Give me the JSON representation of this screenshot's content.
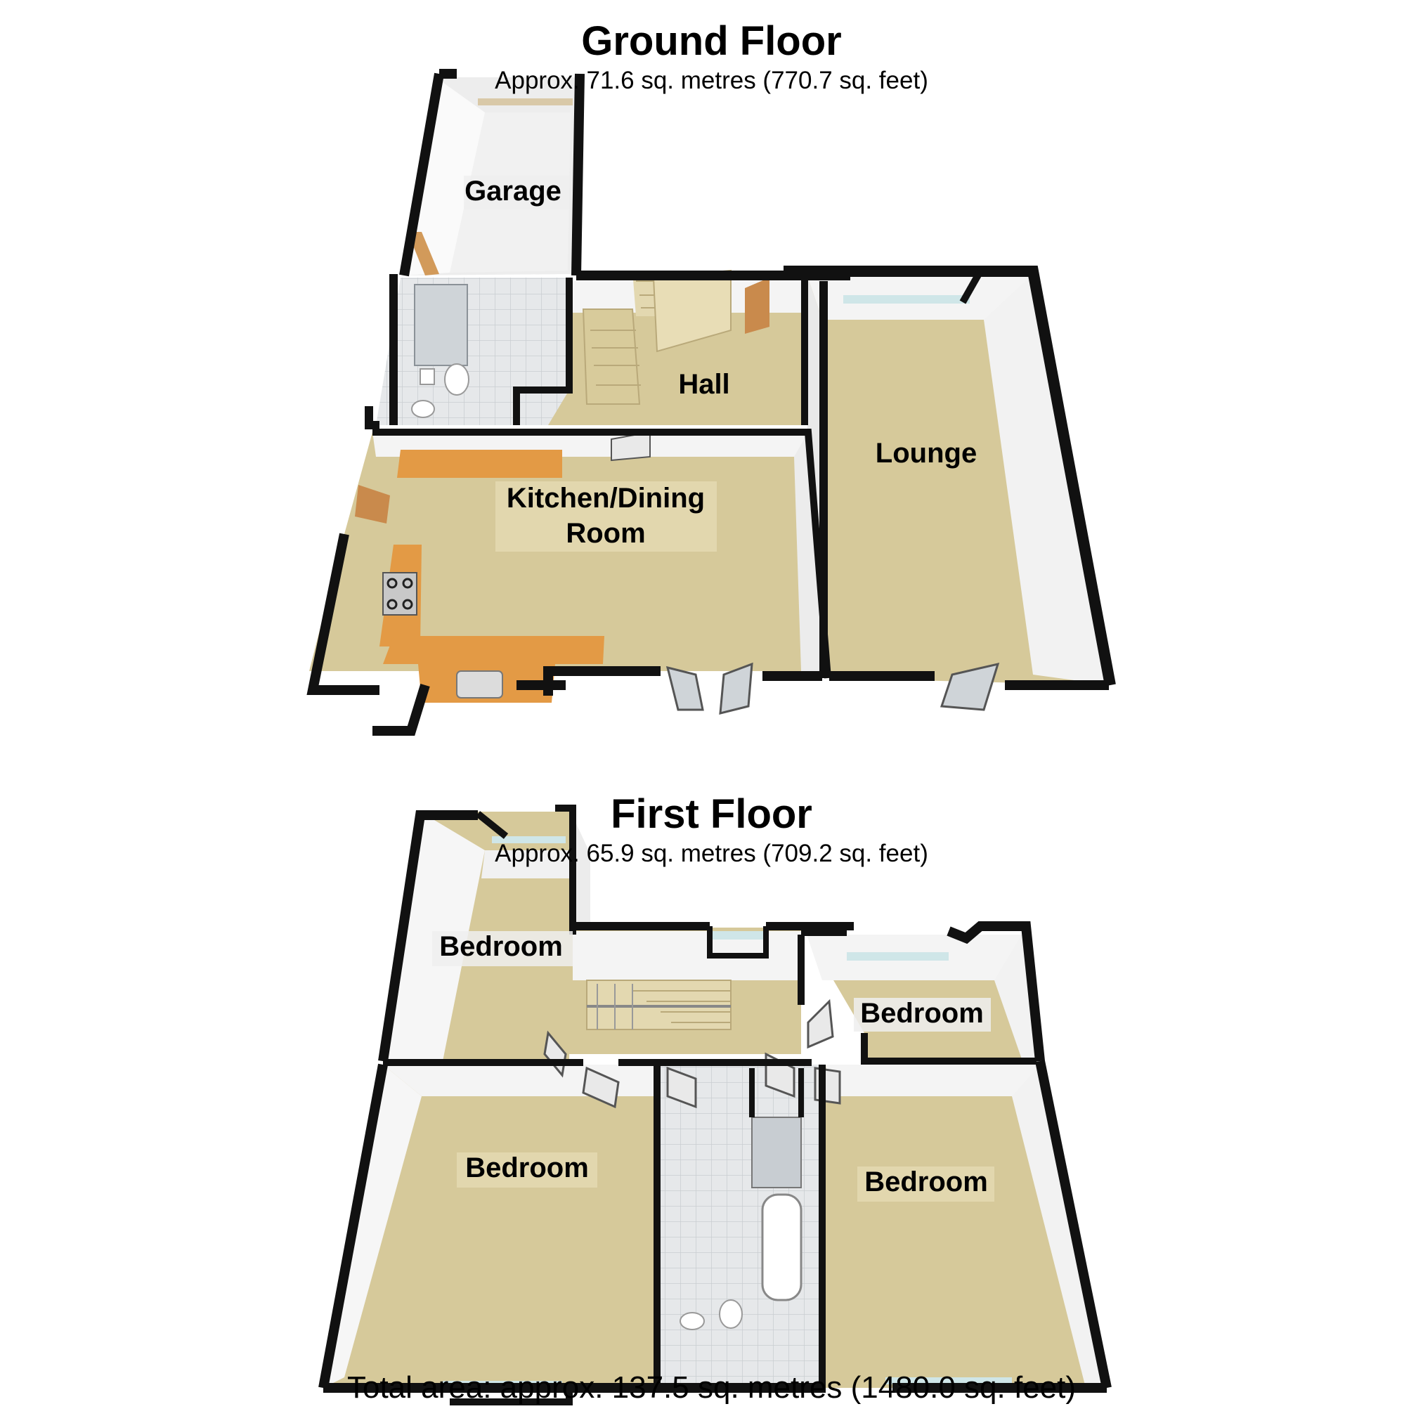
{
  "ground_floor": {
    "title": "Ground Floor",
    "area": "Approx. 71.6 sq. metres (770.7 sq. feet)",
    "rooms": {
      "garage": "Garage",
      "hall": "Hall",
      "lounge": "Lounge",
      "kitchen_line1": "Kitchen/Dining",
      "kitchen_line2": "Room"
    }
  },
  "first_floor": {
    "title": "First Floor",
    "area": "Approx. 65.9 sq. metres (709.2 sq. feet)",
    "rooms": {
      "bedroom_top_left": "Bedroom",
      "bedroom_top_right": "Bedroom",
      "bedroom_bottom_left": "Bedroom",
      "bedroom_bottom_right": "Bedroom"
    }
  },
  "total_area": "Total area: approx. 137.5 sq. metres (1480.0 sq. feet)",
  "colors": {
    "floor": "#d6c99a",
    "floor_light": "#e3d8b0",
    "wall": "#111111",
    "wall_inner": "#f4f4f4",
    "tile": "#e6e8ea",
    "worktop": "#e39a45",
    "window": "#cfe6e8"
  }
}
